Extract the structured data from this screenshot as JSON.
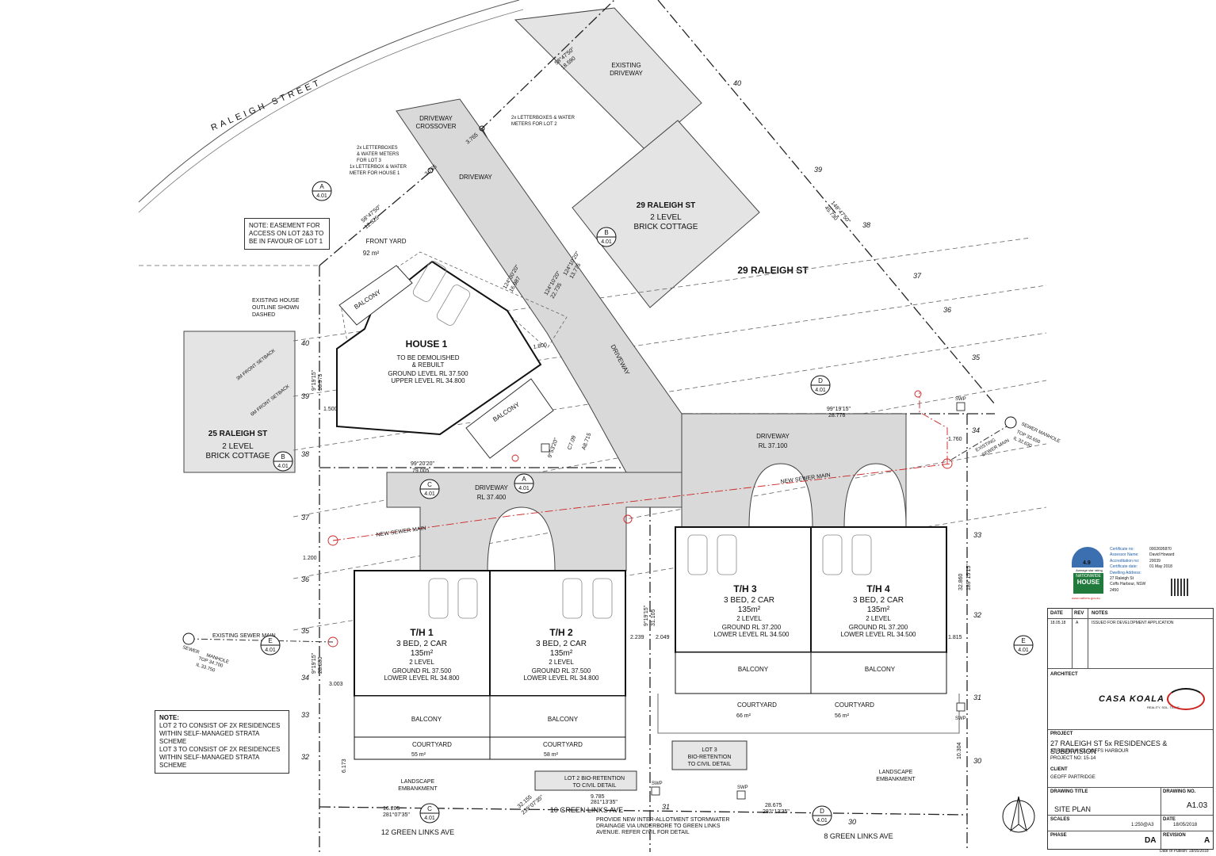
{
  "street_name": "RALEIGH STREET",
  "contours": {
    "left": [
      "40",
      "39",
      "38",
      "37",
      "36",
      "35",
      "34",
      "33",
      "32"
    ],
    "right": [
      "40",
      "39",
      "38",
      "37",
      "36",
      "35",
      "34",
      "33",
      "32",
      "31",
      "30"
    ],
    "bottom": "31",
    "bottom2": "30"
  },
  "neighbours": {
    "n29": {
      "label": "29 RALEIGH ST",
      "big": "29 RALEIGH ST",
      "line1": "2 LEVEL",
      "line2": "BRICK COTTAGE"
    },
    "n25": {
      "label": "25 RALEIGH ST",
      "line1": "2 LEVEL",
      "line2": "BRICK COTTAGE"
    },
    "green12": "12 GREEN LINKS AVE",
    "green10": "10 GREEN LINKS AVE",
    "green8": "8 GREEN LINKS AVE"
  },
  "existing_driveway": [
    "EXISTING",
    "DRIVEWAY"
  ],
  "driveway": {
    "crossover": [
      "DRIVEWAY",
      "CROSSOVER"
    ],
    "label": "DRIVEWAY",
    "vertical": "DRIVEWAY",
    "left": [
      "DRIVEWAY",
      "RL 37.400"
    ],
    "right": [
      "DRIVEWAY",
      "RL 37.100"
    ]
  },
  "house1": {
    "title": "HOUSE 1",
    "l1": "TO BE DEMOLISHED",
    "l2": "& REBUILT",
    "l3": "GROUND LEVEL RL 37.500",
    "l4": "UPPER LEVEL RL 34.800",
    "balcony": "BALCONY",
    "front_yard": "FRONT YARD",
    "front_yard_area": "92 m²"
  },
  "th": [
    {
      "name": "T/H 1",
      "l1": "3 BED, 2 CAR",
      "area": "135m²",
      "l2": "2 LEVEL",
      "l3": "GROUND RL 37.500",
      "l4": "LOWER LEVEL RL 34.800",
      "balcony": "BALCONY",
      "courtyard": "COURTYARD",
      "courtyard_area": "55 m²"
    },
    {
      "name": "T/H 2",
      "l1": "3 BED, 2 CAR",
      "area": "135m²",
      "l2": "2 LEVEL",
      "l3": "GROUND RL 37.500",
      "l4": "LOWER LEVEL RL 34.800",
      "balcony": "BALCONY",
      "courtyard": "COURTYARD",
      "courtyard_area": "58 m²"
    },
    {
      "name": "T/H 3",
      "l1": "3 BED, 2 CAR",
      "area": "135m²",
      "l2": "2 LEVEL",
      "l3": "GROUND RL 37.200",
      "l4": "LOWER LEVEL RL 34.500",
      "balcony": "BALCONY",
      "courtyard": "COURTYARD",
      "courtyard_area": "66 m²"
    },
    {
      "name": "T/H 4",
      "l1": "3 BED, 2 CAR",
      "area": "135m²",
      "l2": "2 LEVEL",
      "l3": "GROUND RL 37.200",
      "l4": "LOWER LEVEL RL 34.500",
      "balcony": "BALCONY",
      "courtyard": "COURTYARD",
      "courtyard_area": "56 m²"
    }
  ],
  "annotations": {
    "letterbox_lot2": [
      "2x LETTERBOXES & WATER",
      "METERS FOR LOT 2"
    ],
    "letterbox_lot3": [
      "2x LETTERBOXES",
      "& WATER METERS",
      "FOR LOT 3",
      "1x LETTERBOX & WATER",
      "METER FOR HOUSE 1"
    ],
    "easement": [
      "NOTE: EASEMENT FOR",
      "ACCESS ON LOT 2&3 TO",
      "BE IN FAVOUR OF LOT 1"
    ],
    "existing_outline": [
      "EXISTING HOUSE",
      "OUTLINE SHOWN",
      "DASHED"
    ],
    "front_setback_3m": "3M FRONT SETBACK",
    "front_setback_6m": "6M FRONT SETBACK",
    "new_sewer": "NEW SEWER MAIN",
    "existing_sewer": "EXISTING SEWER MAIN",
    "sewer_manhole_left": [
      "SEWER",
      "MANHOLE",
      "TOP 34.700",
      "IL 33.750"
    ],
    "sewer_manhole_right": [
      "SEWER MANHOLE",
      "TOP 33.650",
      "IL 32.630"
    ],
    "existing_sewer_right": [
      "EXISTING",
      "SEWER MAIN"
    ],
    "landscape_left": [
      "LANDSCAPE",
      "EMBANKMENT"
    ],
    "landscape_right": [
      "LANDSCAPE",
      "EMBANKMENT"
    ],
    "lot2_bio": [
      "LOT 2 BIO-RETENTION",
      "TO CIVIL DETAIL"
    ],
    "lot3_bio": [
      "LOT 3",
      "BIO-RETENTION",
      "TO CIVIL DETAIL"
    ],
    "stormwater": [
      "PROVIDE NEW INTER-ALLOTMENT STORMWATER",
      "DRAINAGE VIA UNDERBORE TO GREEN LINKS",
      "AVENUE. REFER CIVIL FOR DETAIL"
    ],
    "note_title": "NOTE:",
    "note_lines": [
      "LOT 2 TO CONSIST OF 2X RESIDENCES",
      "WITHIN SELF-MANAGED STRATA SCHEME",
      "LOT 3 TO CONSIST OF 2X RESIDENCES",
      "WITHIN SELF-MANAGED STRATA SCHEME"
    ],
    "swp": "SWP"
  },
  "dimensions": {
    "d1500": "1.500",
    "d1800": "1.800",
    "d1200": "1.200",
    "d3003": "3.003",
    "d2239": "2.239",
    "d2049": "2.049",
    "d1815": "1.815",
    "d1760": "1.760",
    "d6173": "6.173",
    "d10304": "10.304",
    "b_top": [
      "58°47'50\"",
      "18.590"
    ],
    "b_left1": [
      "58°47'50\"",
      "12.325"
    ],
    "b_right": [
      "148°47'50\"",
      "45.730"
    ],
    "b_mid": [
      "99°19'15\"",
      "28.776"
    ],
    "b_low": [
      "99°20'20\"",
      "79.005"
    ],
    "b_left_v": [
      "9°19'15\"",
      "16.975"
    ],
    "b_left_v2": [
      "9°19'15\"",
      "28.800"
    ],
    "b_center_v": [
      "9°19'15\"",
      "31.105"
    ],
    "b_right_v": [
      "32.860",
      "189°15'15\""
    ],
    "b_bot1": [
      "16.205",
      "281°07'35\""
    ],
    "b_bot2": [
      "28.675",
      "282°13'35\""
    ],
    "b_bot3": [
      "9.785",
      "281°13'35\""
    ],
    "b_bot4": [
      "32.155",
      "239°07'35\""
    ],
    "b_d1": "3.765",
    "b_d2": "3.765",
    "b_drv1": [
      "124°10'20\"",
      "13.775"
    ],
    "b_drv2": [
      "124°30'20\"",
      "16.987"
    ],
    "b_drv3": [
      "124°10'20\"",
      "22.735"
    ],
    "b_curve": [
      "9°53'20\"",
      "C7.09",
      "A8.715"
    ]
  },
  "section_markers": [
    {
      "letter": "A",
      "sheet": "4.01"
    },
    {
      "letter": "B",
      "sheet": "4.01"
    },
    {
      "letter": "B",
      "sheet": "4.01"
    },
    {
      "letter": "C",
      "sheet": "4.01"
    },
    {
      "letter": "A",
      "sheet": "4.01"
    },
    {
      "letter": "D",
      "sheet": "4.01"
    },
    {
      "letter": "E",
      "sheet": "4.01"
    },
    {
      "letter": "E",
      "sheet": "4.01"
    },
    {
      "letter": "C",
      "sheet": "4.01"
    },
    {
      "letter": "D",
      "sheet": "4.01"
    }
  ],
  "badge": {
    "rating": "4.9",
    "avg": "Average star rating",
    "logo1": "NATIONWIDE",
    "logo2": "HOUSE",
    "site": "www.nathers.gov.au",
    "rows": [
      [
        "Certificate no:",
        "0002695870"
      ],
      [
        "Assessor Name:",
        "David Howard"
      ],
      [
        "Accreditation no:",
        "20039"
      ],
      [
        "Certificate date:",
        "01 May 2018"
      ],
      [
        "Dwelling Address:",
        ""
      ],
      [
        "",
        "27 Raleigh St"
      ],
      [
        "",
        "Coffs Harbour, NSW"
      ],
      [
        "",
        "2450"
      ]
    ]
  },
  "titleblock": {
    "date_h": "DATE",
    "rev_h": "REV",
    "notes_h": "NOTES",
    "date": "18.05.18",
    "rev": "A",
    "note": "ISSUED FOR DEVELOPMENT APPLICATION",
    "architect_h": "ARCHITECT",
    "logo": "CASA KOALA",
    "logo_sub": "REALITY. SOL. TIONS",
    "project_h": "PROJECT",
    "project": "27 RALEIGH ST 5x RESIDENCES & SUBDIVISION",
    "project_addr": "27 RALEIGH ST, COFFS HARBOUR",
    "project_no": "PROJECT NO: 15-14",
    "client_h": "CLIENT",
    "client": "GEOFF PARTRIDGE",
    "drawing_title_h": "DRAWING TITLE",
    "drawing_title": "SITE PLAN",
    "drawing_no_h": "DRAWING NO.",
    "drawing_no": "A1.03",
    "scales_h": "SCALES",
    "scales": "1:250@A3",
    "date2_h": "DATE",
    "date2": "18/05/2018",
    "phase_h": "PHASE",
    "phase": "DA",
    "revision_h": "REVISION",
    "revision": "A",
    "publish": "Date of Publish: 18/05/2018"
  }
}
